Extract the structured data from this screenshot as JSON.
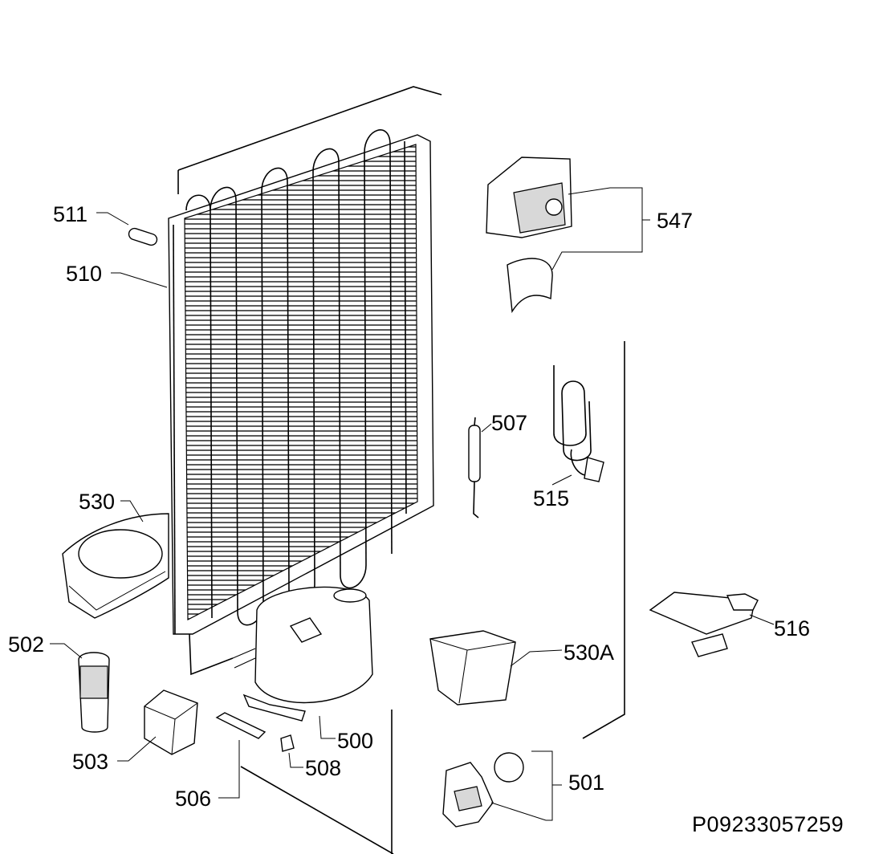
{
  "labels": {
    "p511": "511",
    "p510": "510",
    "p547": "547",
    "p507": "507",
    "p515": "515",
    "p530": "530",
    "p516": "516",
    "p502": "502",
    "p530a": "530A",
    "p503": "503",
    "p500": "500",
    "p508": "508",
    "p506": "506",
    "p501": "501"
  },
  "reference_code": "P09233057259"
}
